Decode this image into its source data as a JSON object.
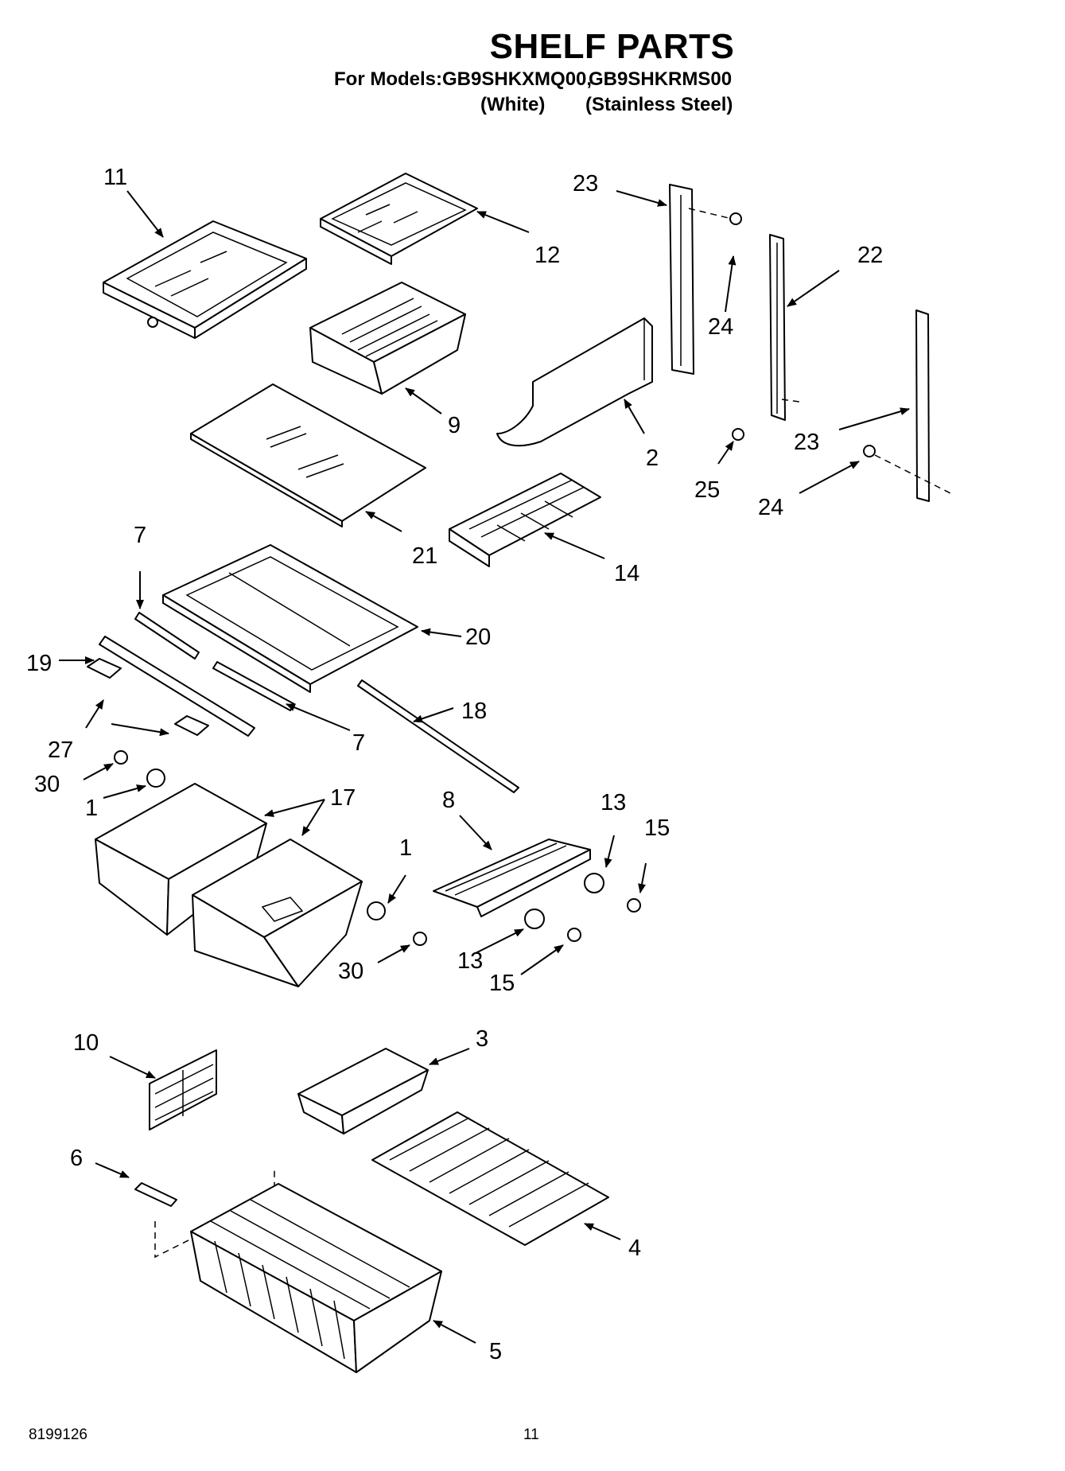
{
  "header": {
    "title": "SHELF PARTS",
    "models_prefix": "For Models:",
    "model_white": "GB9SHKXMQ00,",
    "model_stainless": "GB9SHKRMS00",
    "finish_white": "(White)",
    "finish_stainless": "(Stainless Steel)"
  },
  "callouts": [
    "11",
    "12",
    "9",
    "21",
    "2",
    "23",
    "24",
    "22",
    "25",
    "23",
    "24",
    "14",
    "7",
    "20",
    "19",
    "7",
    "18",
    "27",
    "30",
    "1",
    "17",
    "8",
    "13",
    "15",
    "1",
    "30",
    "13",
    "15",
    "10",
    "3",
    "6",
    "4",
    "5"
  ],
  "footer": {
    "doc_number": "8199126",
    "page_number": "11"
  }
}
